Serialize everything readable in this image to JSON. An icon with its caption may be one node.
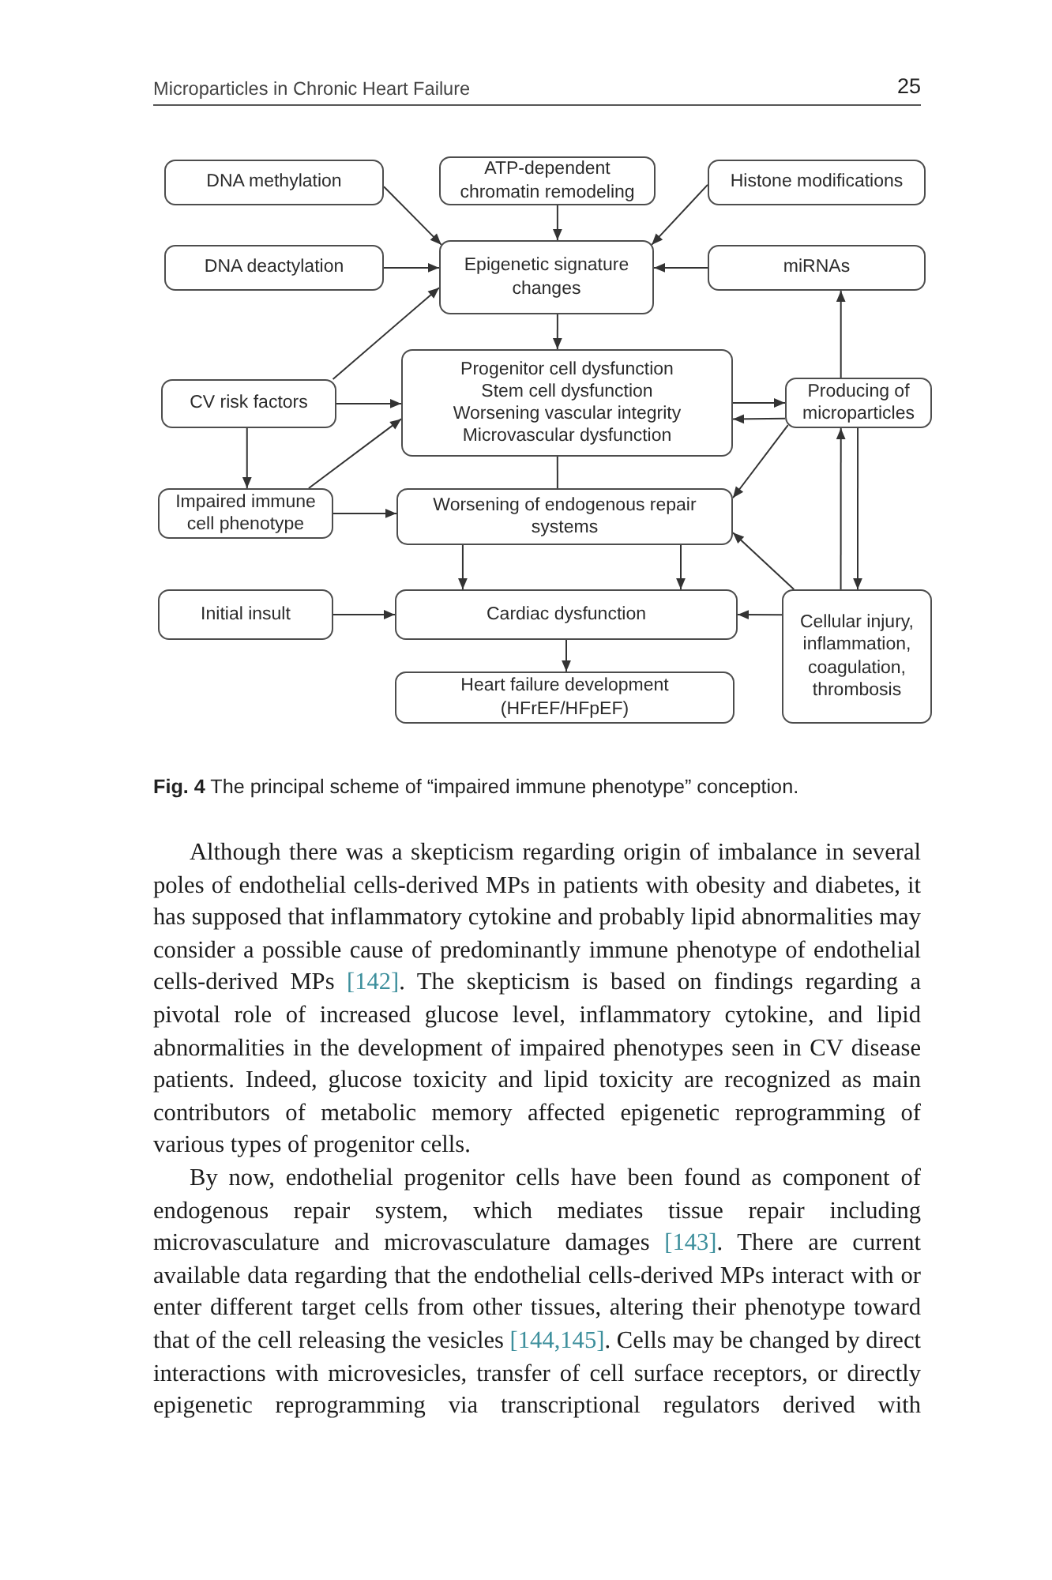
{
  "diagram": {
    "caption": "**Fig. 4** The principal scheme of “impaired immune phenotype” conception.",
    "nodes": [
      {
        "text": [
          "DNA methylation"
        ]
      },
      {
        "text": [
          "ATP-dependent chromatin remodeling"
        ]
      },
      {
        "text": [
          "Histone modifications"
        ]
      },
      {
        "text": [
          "DNA deactylation"
        ]
      },
      {
        "text": [
          "Epigenetic signature changes"
        ]
      },
      {
        "text": [
          "miRNAs"
        ]
      },
      {
        "text": [
          "Progenitor cell dysfunction",
          "Stem cell dysfunction",
          "Worsening vascular integrity",
          "Microvascular dysfunction"
        ]
      },
      {
        "text": [
          "CV risk factors"
        ]
      },
      {
        "text": [
          "Producing of microparticles"
        ]
      },
      {
        "text": [
          "Impaired immune cell phenotype"
        ]
      },
      {
        "text": [
          "Worsening of endogenous repair systems"
        ]
      },
      {
        "text": [
          "Initial insult"
        ]
      },
      {
        "text": [
          "Cardiac dysfunction"
        ]
      },
      {
        "text": [
          "Cellular injury, inflammation, coagulation, thrombosis"
        ]
      },
      {
        "text": [
          "Heart failure development (HFrEF/HFpEF)"
        ]
      }
    ],
    "edges": [
      {
        "from": 0,
        "to": 4,
        "arrow": "to"
      },
      {
        "from": 1,
        "to": 4,
        "arrow": "to"
      },
      {
        "from": 2,
        "to": 4,
        "arrow": "to"
      },
      {
        "from": 3,
        "to": 4,
        "arrow": "to"
      },
      {
        "from": 5,
        "to": 4,
        "arrow": "to"
      },
      {
        "from": 4,
        "to": 6,
        "arrow": "to"
      },
      {
        "from": 7,
        "to": 4,
        "arrow": "to"
      },
      {
        "from": 7,
        "to": 6,
        "arrow": "to"
      },
      {
        "from": 7,
        "to": 9,
        "arrow": "to"
      },
      {
        "from": 9,
        "to": 6,
        "arrow": "to"
      },
      {
        "from": 9,
        "to": 10,
        "arrow": "to"
      },
      {
        "from": 6,
        "to": 8,
        "arrow": "to"
      },
      {
        "from": 8,
        "to": 6,
        "arrow": "to"
      },
      {
        "from": 6,
        "to": 10,
        "arrow": "none"
      },
      {
        "from": 8,
        "to": 5,
        "arrow": "to"
      },
      {
        "from": 8,
        "to": 10,
        "arrow": "to"
      },
      {
        "from": 13,
        "to": 8,
        "arrow": "to"
      },
      {
        "from": 8,
        "to": 13,
        "arrow": "to"
      },
      {
        "from": 13,
        "to": 10,
        "arrow": "to"
      },
      {
        "from": 10,
        "to": 12,
        "arrow": "to"
      },
      {
        "from": 10,
        "to": 12,
        "arrow": "to"
      },
      {
        "from": 11,
        "to": 12,
        "arrow": "to"
      },
      {
        "from": 13,
        "to": 12,
        "arrow": "to"
      },
      {
        "from": 12,
        "to": 14,
        "arrow": "to"
      }
    ],
    "labels": [
      "Microparticles in Chronic Heart Failure",
      "25",
      "Although there was a skepticism regarding origin of imbalance in several poles of endothelial cells-derived MPs in patients with obesity and diabetes, it has supposed that inflammatory cytokine and probably lipid abnormalities may consider a possible cause of predominantly immune phenotype of endothelial cells-derived MPs *[142]*. The skepticism is based on findings regarding a pivotal role of increased glucose level, inflammatory cytokine, and lipid abnormalities in the development of impaired phenotypes seen in CV disease patients. Indeed, glucose toxicity and lipid toxicity are recognized as main contributors of metabolic memory affected epigenetic reprogramming of various types of progenitor cells.",
      "By now, endothelial progenitor cells have been found as component of endogenous repair system, which mediates tissue repair including microvasculature and microvasculature damages *[143]*. There are current available data regarding that the endothelial cells-derived MPs interact with or enter different target cells from other tissues, altering their phenotype toward that of the cell releasing the vesicles *[144,145]*. Cells may be changed by direct interactions with microvesicles, transfer of cell surface receptors, or directly epigenetic reprogramming via transcriptional regulators derived with"
    ]
  }
}
